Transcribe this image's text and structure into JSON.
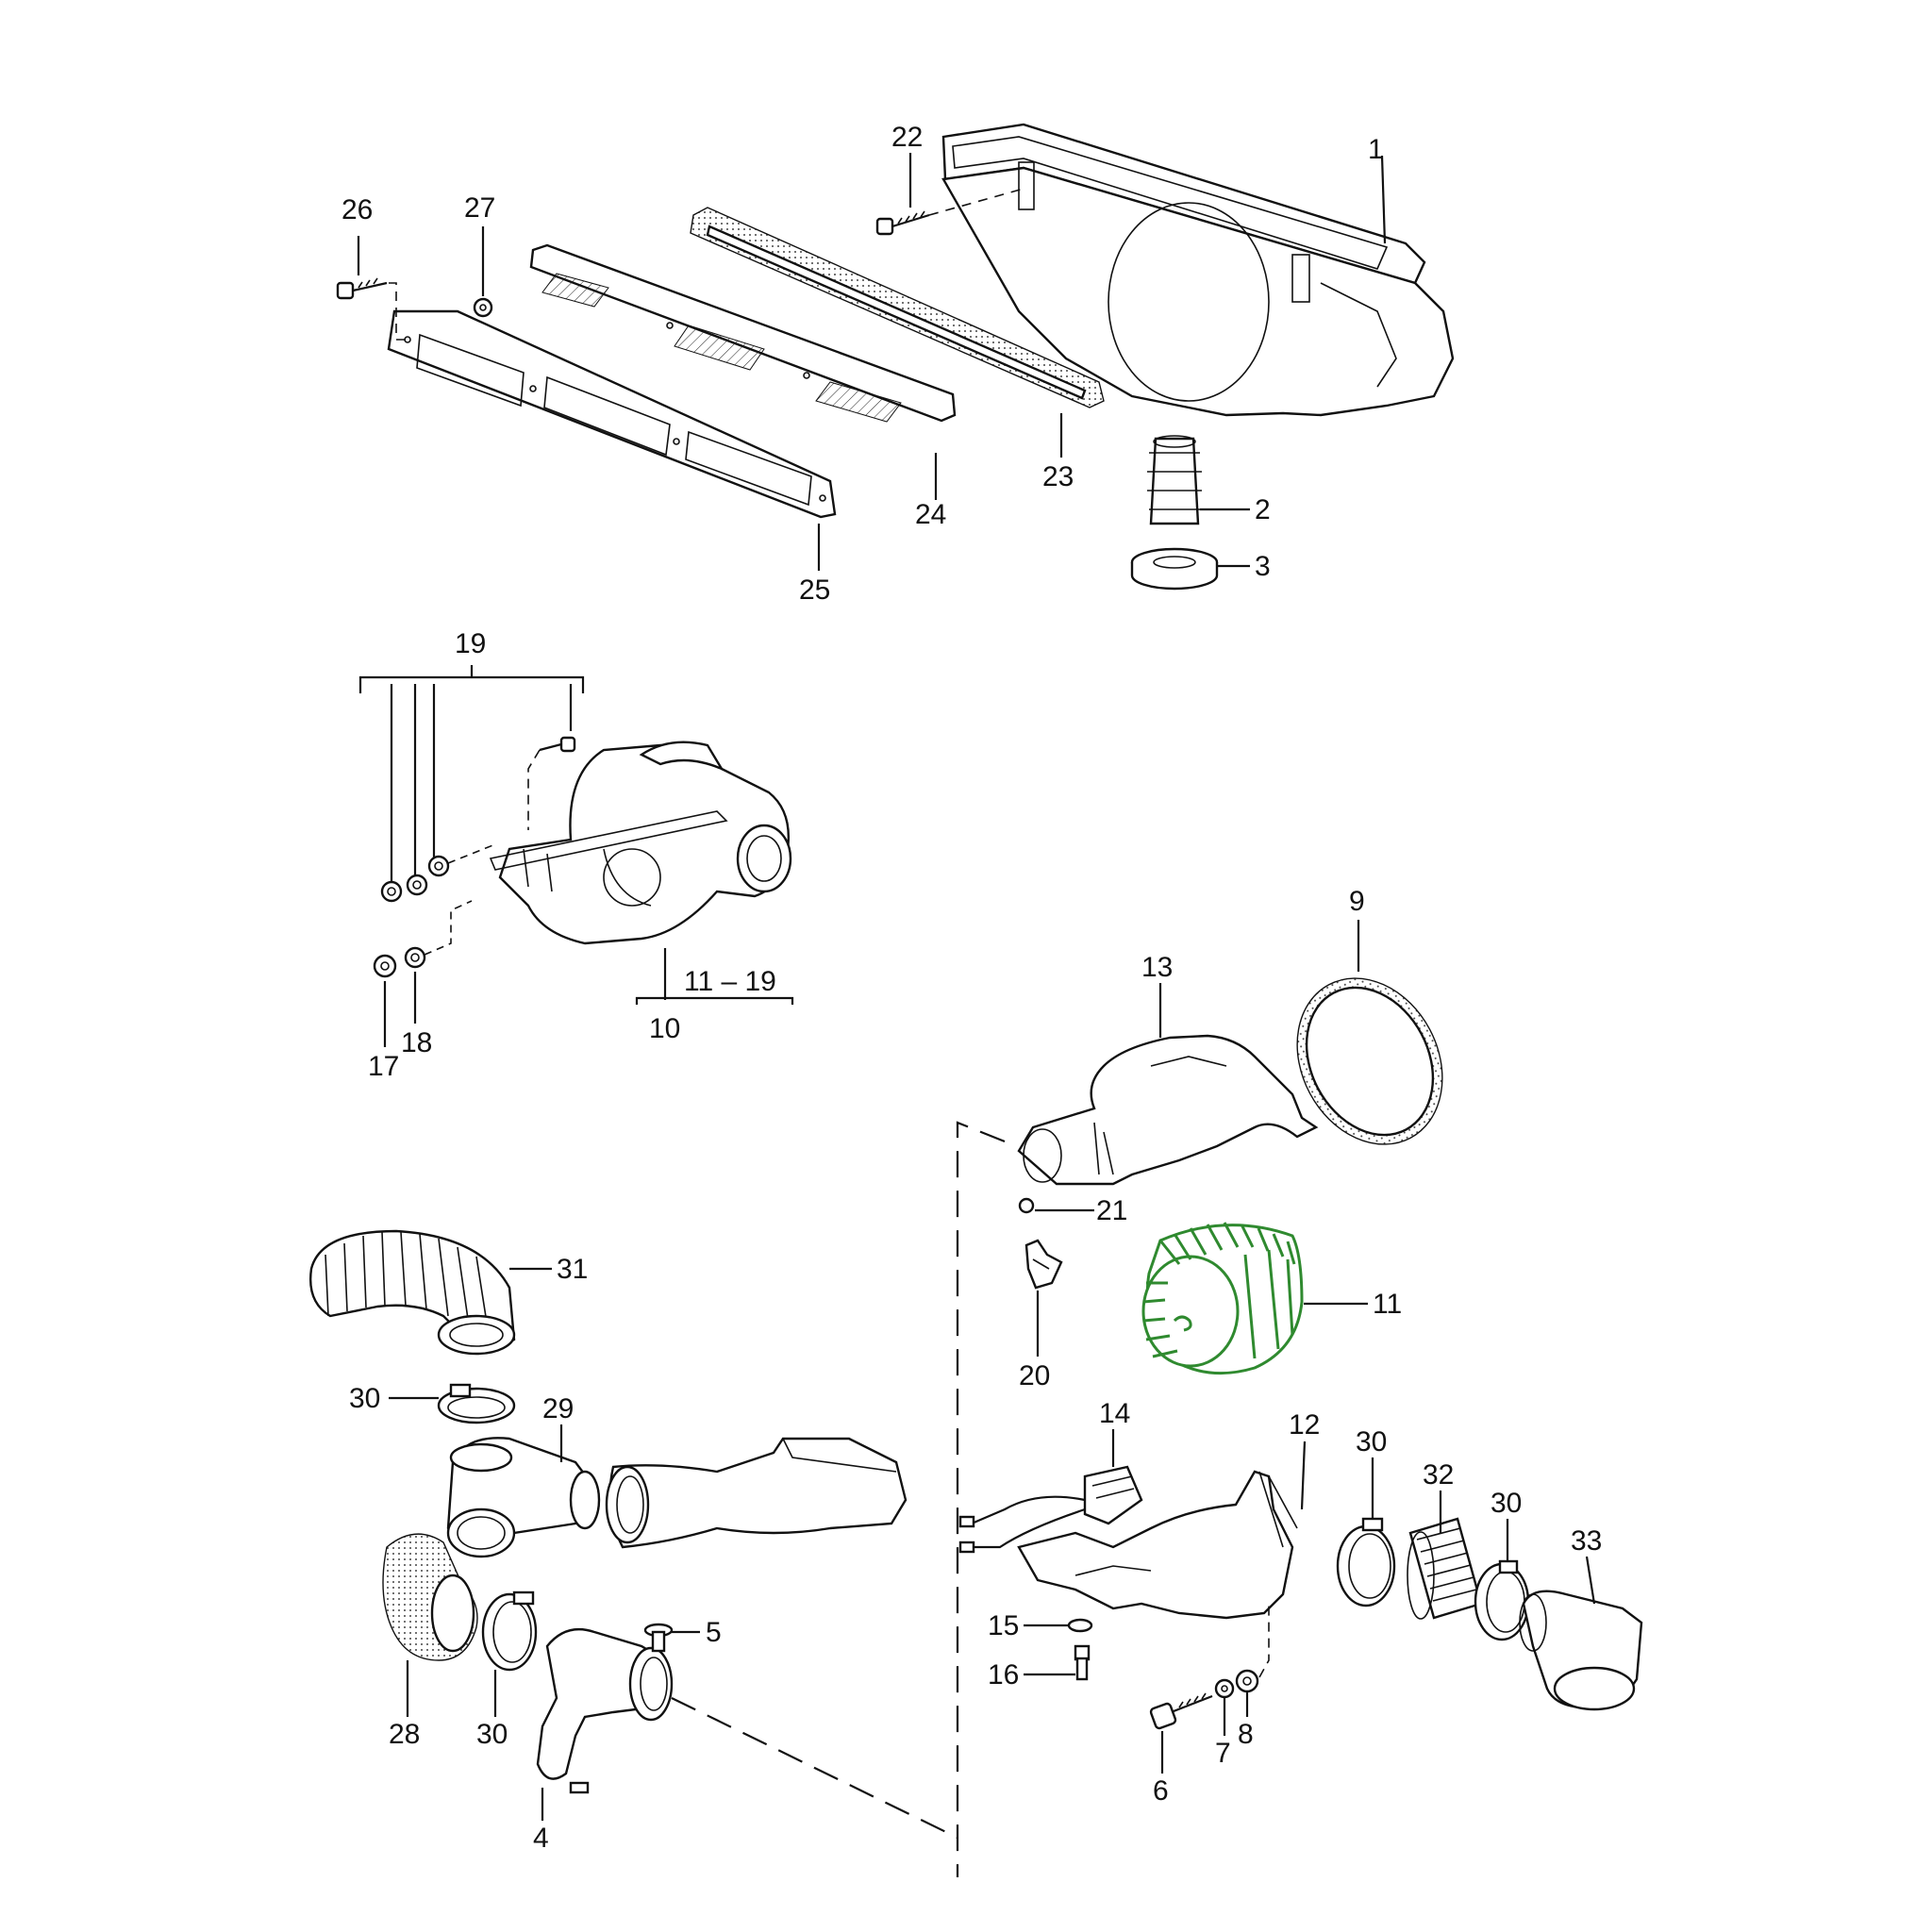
{
  "diagram": {
    "highlight_color": "#2f8a2f",
    "line_color": "#111111",
    "callouts": {
      "p1": "1",
      "p2": "2",
      "p3": "3",
      "p4": "4",
      "p5": "5",
      "p6": "6",
      "p7": "7",
      "p8": "8",
      "p9": "9",
      "p10": "10",
      "p11": "11",
      "p11_19": "11 – 19",
      "p12": "12",
      "p13": "13",
      "p14": "14",
      "p15": "15",
      "p16": "16",
      "p17": "17",
      "p18": "18",
      "p19": "19",
      "p20": "20",
      "p21": "21",
      "p22": "22",
      "p23": "23",
      "p24": "24",
      "p25": "25",
      "p26": "26",
      "p27": "27",
      "p28": "28",
      "p29": "29",
      "p30a": "30",
      "p30b": "30",
      "p30c": "30",
      "p30d": "30",
      "p31": "31",
      "p32": "32",
      "p33": "33"
    }
  }
}
